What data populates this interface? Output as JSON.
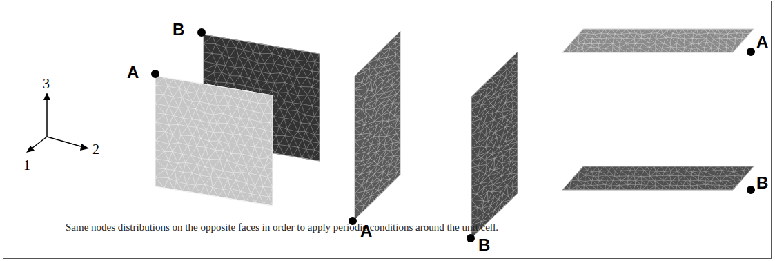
{
  "diagram": {
    "caption": "Same nodes distributions on the opposite faces in order to apply periodic conditions around the unit cell.",
    "labels": [
      "3",
      "2",
      "1",
      "B",
      "A",
      "A",
      "B",
      "A",
      "B"
    ]
  }
}
